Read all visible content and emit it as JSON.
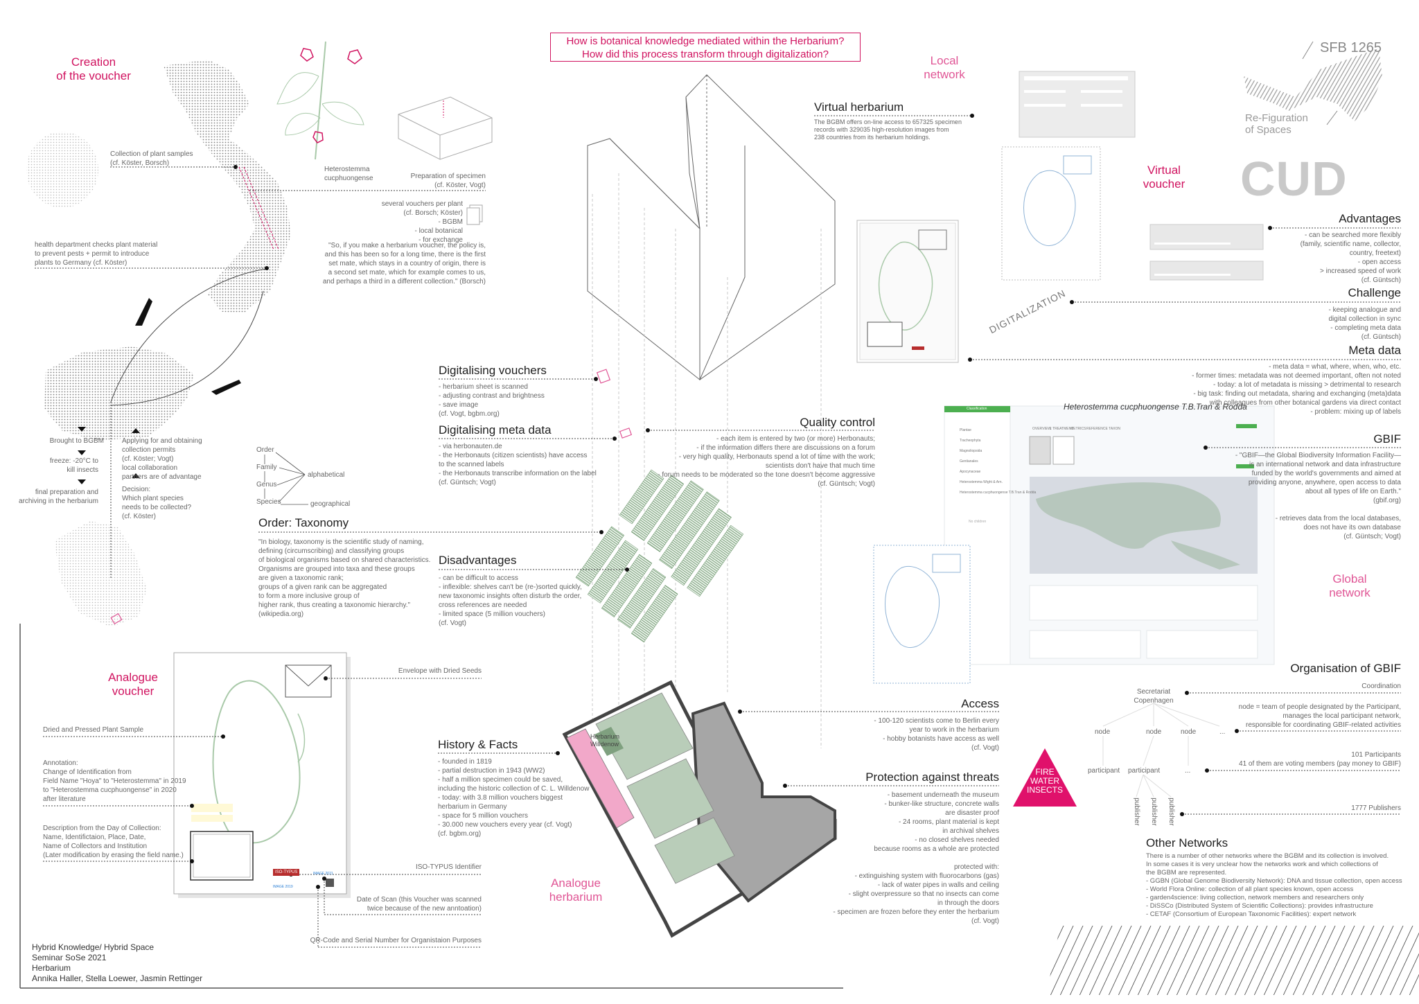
{
  "header": {
    "question": "How is botanical knowledge mediated within the Herbarium?\nHow did this process transform through digitalization?"
  },
  "logo": {
    "sfb": "SFB 1265",
    "refiguration": "Re-Figuration\nof Spaces",
    "cud": "CUD"
  },
  "section_labels": {
    "creation": "Creation\nof the voucher",
    "local_network": "Local\nnetwork",
    "virtual_voucher": "Virtual\nvoucher",
    "global_network": "Global\nnetwork",
    "analogue_voucher": "Analogue\nvoucher",
    "analogue_herbarium": "Analogue\nherbarium",
    "digitalization": "DIGITALIZATION"
  },
  "creation": {
    "collection": "Collection of plant samples\n(cf. Köster, Borsch)",
    "plant_name": "Heterostemma\ncucphuongense",
    "preparation": "Preparation of specimen\n(cf. Köster, Vogt)",
    "several_vouchers": "several vouchers per plant\n(cf. Borsch; Köster)\n- BGBM\n- local botanical\n- for exchange",
    "quote": "\"So, if you make a herbarium voucher, the policy is,\nand this has been so for a long time, there is the first\nset mate,  which stays in a country of origin, there is\na second set mate, which for example comes to us,\nand perhaps a third in a different collection.\" (Borsch)",
    "health": "health department checks plant material\nto prevent pests + permit to introduce\nplants to Germany (cf. Köster)",
    "brought": "Brought to BGBM",
    "freeze": "freeze: -20°C to\nkill insects",
    "final": "final preparation and\narchiving in the herbarium",
    "applying": "Applying for and obtaining\ncollection permits\n(cf. Köster; Vogt)\nlocal collaboration\npartners are of advantage",
    "decision": "Decision:\nWhich plant species\nneeds to be collected?\n(cf. Köster)"
  },
  "taxonomy": {
    "order": "Order",
    "family": "Family",
    "genus": "Genus",
    "species": "Species",
    "alphabetical": "alphabetical",
    "geographical": "geographical",
    "title": "Order: Taxonomy",
    "text": "\"In biology, taxonomy is the scientific study of naming,\ndefining (circumscribing) and classifying groups\nof biological organisms based on shared characteristics.\nOrganisms are grouped into taxa and these groups\nare given a taxonomic rank;\ngroups of a given rank can be aggregated\nto form a more inclusive group of\nhigher rank, thus creating a taxonomic hierarchy.\"\n(wikipedia.org)"
  },
  "center": {
    "dig_vouchers": {
      "title": "Digitalising vouchers",
      "text": "- herbarium sheet is scanned\n- adjusting contrast and brightness\n- save image\n(cf. Vogt, bgbm.org)"
    },
    "dig_meta": {
      "title": "Digitalising meta data",
      "text": "- via herbonauten.de\n- the Herbonauts (citizen scientists) have access\nto the scanned labels\n- the Herbonauts transcribe information on the label\n(cf. Güntsch; Vogt)"
    },
    "disadvantages": {
      "title": "Disadvantages",
      "text": "- can be difficult to access\n- inflexible: shelves can't be (re-)sorted quickly,\nnew taxonomic insights often disturb the order,\ncross references are needed\n- limited space (5 million vouchers)\n(cf. Vogt)"
    },
    "history": {
      "title": "History & Facts",
      "text": "- founded in 1819\n- partial destruction in 1943 (WW2)\n- half a million specimen could be saved,\nincluding the historic collection of C. L. Willdenow\n- today: with 3.8 million vouchers biggest\nherbarium in Germany\n- space for 5 million vouchers\n- 30.000 new vouchers every year (cf. Vogt)\n(cf. bgbm.org)"
    },
    "quality": {
      "title": "Quality control",
      "text": "- each item is entered by two (or more) Herbonauts;\n- if the information differs there are discussions on a forum\n- very high quality, Herbonauts spend a lot of time with the work;\nscientists   don't have that much time\n- forum needs to be moderated so the tone doesn't become aggressive\n(cf. Güntsch; Vogt)"
    },
    "access": {
      "title": "Access",
      "text": "- 100-120 scientists come to Berlin every\nyear to work in the herbarium\n- hobby botanists have access as well\n(cf. Vogt)"
    },
    "protection": {
      "title": "Protection against threats",
      "text": "- basement underneath the museum\n- bunker-like structure, concrete walls\nare disaster proof\n- 24 rooms, plant material is kept\nin archival shelves\n- no closed shelves needed\nbecause rooms as a whole are protected\n\nprotected with:\n- extinguishing system with fluorocarbons (gas)\n- lack of water pipes in walls and ceiling\n- slight overpressure so that no insects can come\nin through the doors\n- specimen are frozen before they enter the herbarium\n(cf. Vogt)"
    },
    "plan_label": "Herbarium\nWilldenow"
  },
  "threats_badge": "FIRE\nWATER\nINSECTS",
  "virtual": {
    "title": "Virtual herbarium",
    "text": "The BGBM offers on-line access to 657325 specimen\nrecords with 329035 high-resolution images from\n238 countries from its herbarium holdings."
  },
  "right": {
    "advantages": {
      "title": "Advantages",
      "text": "- can be searched more flexibly\n(family, scientific name, collector,\ncountry, freetext)\n- open access\n> increased speed of work\n(cf. Güntsch)"
    },
    "challenge": {
      "title": "Challenge",
      "text": "- keeping analogue and\ndigital collection in sync\n- completing meta data\n(cf. Güntsch)"
    },
    "metadata": {
      "title": "Meta data",
      "text": "- meta data = what, where, when, who, etc.\n- former times: metadata was not deemed important, often not noted\n- today: a lot of metadata is missing > detrimental to research\n- big task: finding out metadata, sharing and exchanging (meta)data\nwith colleagues from other botanical gardens via direct contact\n- problem: mixing up of labels"
    },
    "gbif": {
      "title": "GBIF",
      "text": "- \"GBIF—the Global Biodiversity Information Facility—\nis an international network and data infrastructure\nfunded by the world's governments and aimed at\nproviding anyone, anywhere, open access to data\nabout all types of life on Earth.\"\n(gbif.org)\n\n- retrieves data from the local databases,\ndoes not have its own database\n(cf. Güntsch; Vogt)"
    }
  },
  "gbif_page": {
    "species_title": "Heterostemma cucphuongense T.B.Tran & Rodda",
    "sidebar_header": "Classification",
    "ranks": [
      "Plantae",
      "Tracheophyta",
      "Magnoliopsida",
      "Gentianales",
      "Apocynaceae",
      "Heterostemma Wight & Arn.",
      "Heterostemma cucphuongense T.B.Tran & Rodda"
    ],
    "no_children": "No children",
    "tabs": [
      "OVERVIEW",
      "1 TREATMENT",
      "METRICS",
      "REFERENCE TAXON"
    ]
  },
  "org": {
    "title": "Organisation of GBIF",
    "secretariat": "Secretariat\nCopenhagen",
    "coordination": "Coordination",
    "node_desc": "node = team of people designated by the Participant,\nmanages the local participant network,\nresponsible for coordinating GBIF-related activities",
    "node": "node",
    "participant": "participant",
    "publisher": "publisher",
    "ellipsis": "...",
    "participants_desc": "101 Participants\n41 of them are voting members (pay money to GBIF)",
    "publishers_desc": "1777 Publishers"
  },
  "other": {
    "title": "Other Networks",
    "text": "There is a number of other networks where the BGBM and its collection is involved.\nIn some cases it is very unclear how the networks work and which collections of\nthe BGBM are represented.\n- GGBN (Global Genome Biodiversity Network): DNA and tissue collection, open access\n- World Flora Online: collection of all plant species known, open access\n- garden4science: living collection, network members and researchers only\n- DiSSCo (Distributed System of Scientific Collections): provides infrastructure\n- CETAF (Consortium of European Taxonomic Facilities): expert network"
  },
  "voucher": {
    "envelope": "Envelope with Dried Seeds",
    "dried": "Dried and Pressed Plant Sample",
    "annotation": "Annotation:\nChange of Identification from\nField Name \"Hoya\" to \"Heterostemma\" in 2019\nto \"Heterostemma cucphuongense\" in 2020\nafter literature",
    "description": "Description from the Day of Collection:\nName, Identifictaion, Place, Date,\nName of Collectors and Institution\n(Later modification by erasing the field name.)",
    "iso": "ISO-TYPUS Identifier",
    "iso_label": "ISO-TYPUS",
    "date_scan": "Date of Scan (this Voucher was scanned\ntwice because of the new anntoation)",
    "qr": "QR-Code and Serial Number for Organistaion Purposes",
    "image_2019": "IMAGE 2019",
    "image_2021": "IMAGE 2021"
  },
  "footer": "Hybrid Knowledge/ Hybrid Space\nSeminar SoSe 2021\nHerbarium\nAnnika Haller, Stella Loewer, Jasmin Rettinger",
  "colors": {
    "accent": "#d0125f",
    "plant_green": "#a9c9a9",
    "wing_gray": "#a6a6a6",
    "pink_fill": "#f2a8c9"
  }
}
